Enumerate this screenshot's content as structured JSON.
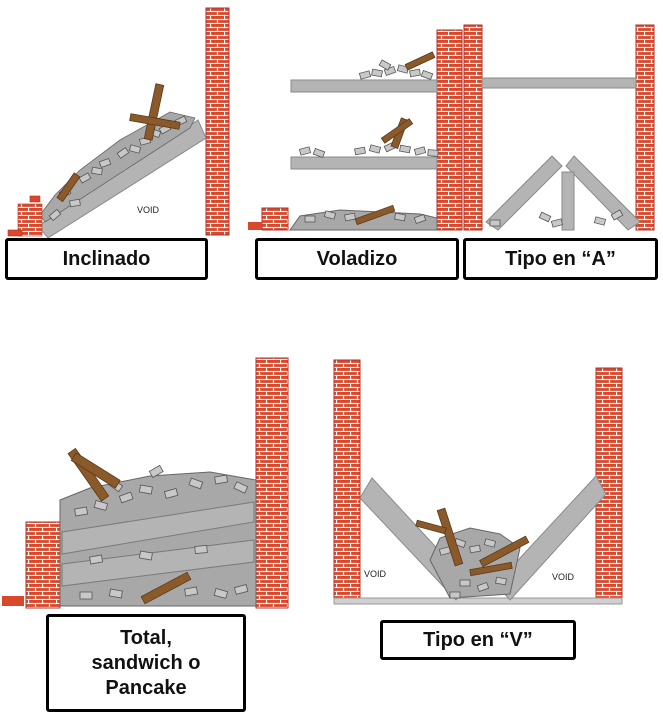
{
  "labels": {
    "inclinado": "Inclinado",
    "voladizo": "Voladizo",
    "tipo_a": "Tipo en “A”",
    "total_line1": "Total,",
    "total_line2": "sandwich o",
    "total_line3": "Pancake",
    "tipo_v": "Tipo en “V”"
  },
  "void_text": "VOID",
  "colors": {
    "brick": "#d9482b",
    "mortar": "#ffffff",
    "slab": "#b4b4b4",
    "slab_edge": "#8a8a8a",
    "debris": "#a8a8a8",
    "wood": "#8b5a2b"
  }
}
